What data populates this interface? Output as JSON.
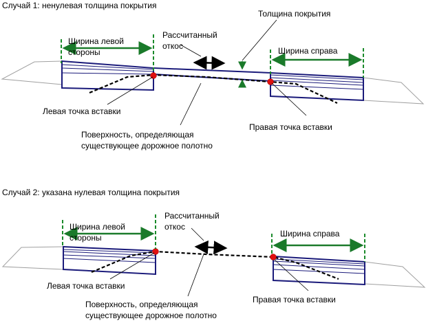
{
  "case1": {
    "title": "Случай 1: ненулевая толщина покрытия",
    "left_width_line1": "Ширина левой",
    "left_width_line2": "стороны",
    "calc_slope_line1": "Рассчитанный",
    "calc_slope_line2": "откос",
    "thickness": "Толщина покрытия",
    "right_width": "Ширина справа",
    "left_insert_point": "Левая точка вставки",
    "right_insert_point": "Правая точка вставки",
    "surface_line1": "Поверхность, определяющая",
    "surface_line2": "существующее дорожное полотно"
  },
  "case2": {
    "title": "Случай 2: указана нулевая толщина покрытия",
    "left_width_line1": "Ширина левой",
    "left_width_line2": "стороны",
    "calc_slope_line1": "Рассчитанный",
    "calc_slope_line2": "откос",
    "right_width": "Ширина справа",
    "left_insert_point": "Левая точка вставки",
    "right_insert_point": "Правая точка вставки",
    "surface_line1": "Поверхность, определяющая",
    "surface_line2": "существующее дорожное полотно"
  },
  "colors": {
    "assembly": "#1a1a7a",
    "dimension": "#1a7a2a",
    "insertion_point": "#e01010",
    "daylight": "#a0a0a0"
  }
}
